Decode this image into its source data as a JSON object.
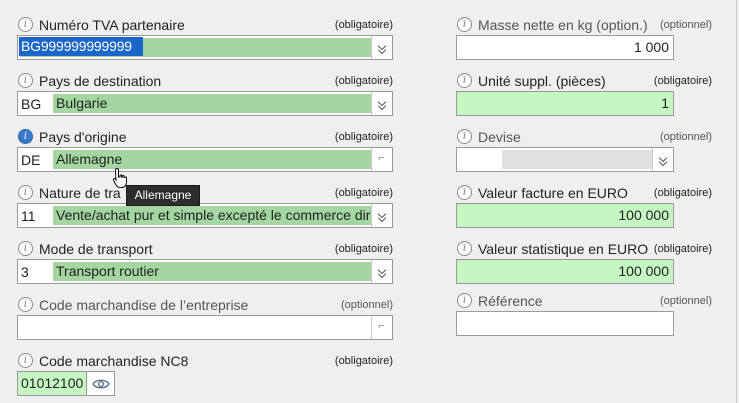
{
  "left": {
    "tva": {
      "label": "Numéro TVA partenaire",
      "req": "(obligatoire)",
      "value": "BG999999999999"
    },
    "destination": {
      "label": "Pays de destination",
      "req": "(obligatoire)",
      "code": "BG",
      "name": "Bulgarie"
    },
    "origine": {
      "label": "Pays d'origine",
      "req": "(obligatoire)",
      "code": "DE",
      "name": "Allemagne"
    },
    "nature": {
      "label": "Nature de tra",
      "req": "(obligatoire)",
      "code": "11",
      "name": "Vente/achat pur et simple excepté le commerce dire"
    },
    "transport": {
      "label": "Mode de transport",
      "req": "(obligatoire)",
      "code": "3",
      "name": "Transport routier"
    },
    "code_entreprise": {
      "label": "Code marchandise de l’entreprise",
      "req": "(optionnel)",
      "value": ""
    },
    "nc8": {
      "label": "Code marchandise NC8",
      "req": "(obligatoire)",
      "value": "01012100"
    }
  },
  "right": {
    "masse": {
      "label": "Masse nette en kg (option.)",
      "req": "(optionnel)",
      "value": "1 000"
    },
    "unite": {
      "label": "Unité suppl. (pièces)",
      "req": "(obligatoire)",
      "value": "1"
    },
    "devise": {
      "label": "Devise",
      "req": "(optionnel)",
      "value": ""
    },
    "facture": {
      "label": "Valeur facture en EURO",
      "req": "(obligatoire)",
      "value": "100 000"
    },
    "statistique": {
      "label": "Valeur statistique en EURO",
      "req": "(obligatoire)",
      "value": "100 000"
    },
    "reference": {
      "label": "Référence",
      "req": "(optionnel)",
      "value": ""
    }
  },
  "tooltip": "Allemagne",
  "icons": {
    "info": "info-icon",
    "dropdown": "chevron-down-icon",
    "popup": "popup-icon",
    "eye": "eye-icon"
  }
}
